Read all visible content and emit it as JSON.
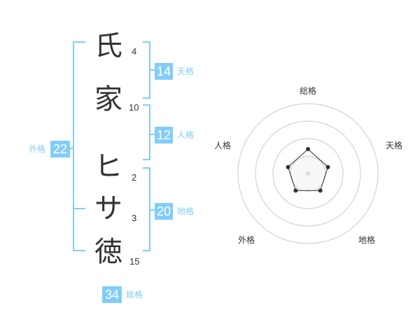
{
  "name": {
    "characters": [
      {
        "char": "氏",
        "strokes": "4"
      },
      {
        "char": "家",
        "strokes": "10"
      },
      {
        "char": "ヒ",
        "strokes": "2"
      },
      {
        "char": "サ",
        "strokes": "3"
      },
      {
        "char": "徳",
        "strokes": "15"
      }
    ]
  },
  "fortunes": {
    "tenkaku": {
      "value": "14",
      "label": "天格"
    },
    "jinkaku": {
      "value": "12",
      "label": "人格"
    },
    "chikaku": {
      "value": "20",
      "label": "地格"
    },
    "gaikaku": {
      "value": "22",
      "label": "外格"
    },
    "soukaku": {
      "value": "34",
      "label": "総格"
    }
  },
  "colors": {
    "accent": "#82cdf8",
    "text": "#333333",
    "ring": "#cccccc"
  },
  "chart_data": {
    "type": "radar",
    "axes": [
      "総格",
      "天格",
      "地格",
      "外格",
      "人格"
    ],
    "levels": 4,
    "values": [
      0.35,
      0.3,
      0.3,
      0.3,
      0.3
    ],
    "ylim": [
      0,
      1
    ]
  }
}
